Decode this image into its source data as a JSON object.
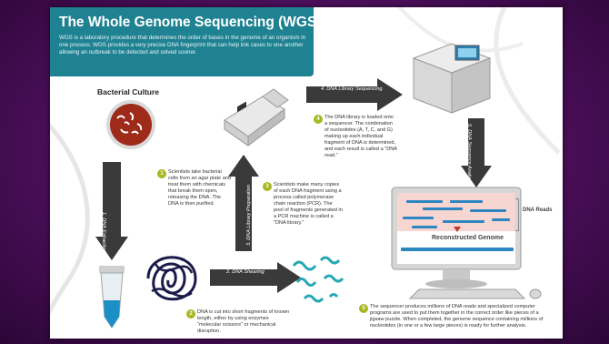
{
  "header": {
    "title": "The Whole Genome Sequencing (WGS) Process",
    "subtitle": "WGS is a laboratory procedure that determines the order of bases in the genome of an organism in one process. WGS provides a very precise DNA fingerprint that can help link cases to one another allowing an outbreak to be detected and solved sooner."
  },
  "culture": {
    "title": "Bacterial Culture"
  },
  "steps": [
    {
      "num": "1",
      "label": "1. DNA Extraction",
      "text": "Scientists take bacterial cells from an agar plate and treat them with chemicals that break them open, releasing the DNA. The DNA is then purified."
    },
    {
      "num": "2",
      "label": "2. DNA Shearing",
      "text": "DNA is cut into short fragments of known length, either by using enzymes \"molecular scissors\" or mechanical disruption."
    },
    {
      "num": "3",
      "label": "3. DNA Library Preparation",
      "text": "Scientists make many copies of each DNA fragment using a process called polymerase chain reaction (PCR). The pool of fragments generated in a PCR machine is called a \"DNA library.\""
    },
    {
      "num": "4",
      "label": "4. DNA Library Sequencing",
      "text": "The DNA library is loaded onto a sequencer. The combination of nucleotides (A, T, C, and G) making up each individual fragment of DNA is determined, and each result is called a \"DNA read.\""
    },
    {
      "num": "5",
      "label": "5. DNA Sequence Analysis",
      "text": "The sequencer produces millions of DNA reads and specialized computer programs are used to put them together in the correct order like pieces of a jigsaw puzzle. When completed, the genome sequence containing millions of nucleotides (in one or a few large pieces) is ready for further analysis."
    }
  ],
  "monitor": {
    "reads_label": "DNA Reads",
    "genome_label": "Reconstructed Genome"
  },
  "colors": {
    "teal": "#1f8292",
    "green": "#a8b722",
    "arrow": "#3a3a3a",
    "purple": "#5a0f68"
  }
}
